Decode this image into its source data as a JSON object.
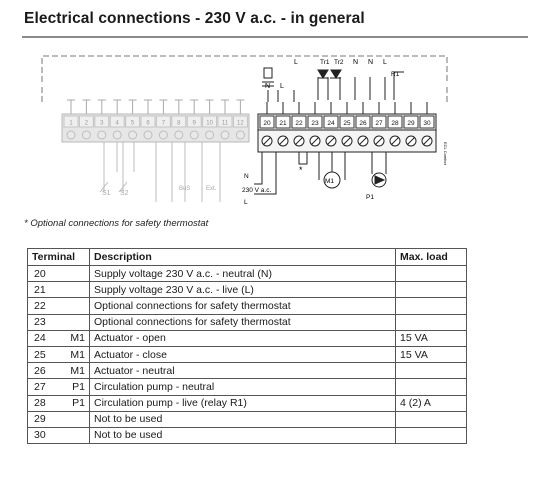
{
  "title": "Electrical connections - 230 V a.c. - in general",
  "footnote": "* Optional connections for safety thermostat",
  "diagram": {
    "left_terminals": [
      "1",
      "2",
      "3",
      "4",
      "5",
      "6",
      "7",
      "8",
      "9",
      "10",
      "11",
      "12"
    ],
    "right_terminals": [
      "20",
      "21",
      "22",
      "23",
      "24",
      "25",
      "26",
      "27",
      "28",
      "29",
      "30"
    ],
    "top_labels": {
      "n": "N",
      "l1": "L",
      "l2": "L",
      "tr1": "Tr1",
      "tr2": "Tr2",
      "n2": "N",
      "n3": "N",
      "l3": "L",
      "r1": "R1"
    },
    "s1": "S1",
    "s2": "S2",
    "bus": "BuS",
    "ext": "Ext.",
    "supply_n": "N",
    "supply_voltage": "230 V a.c.",
    "supply_l": "L",
    "asterisk": "*",
    "m1": "M1",
    "p1": "P1",
    "side_text": "ECL Comfort"
  },
  "table": {
    "headers": {
      "terminal": "Terminal",
      "description": "Description",
      "max_load": "Max. load"
    },
    "rows": [
      {
        "terminal": "20",
        "device": "",
        "description": "Supply voltage 230 V a.c. - neutral (N)",
        "max_load": ""
      },
      {
        "terminal": "21",
        "device": "",
        "description": "Supply voltage 230 V a.c. - live (L)",
        "max_load": ""
      },
      {
        "terminal": "22",
        "device": "",
        "description": "Optional connections for safety thermostat",
        "max_load": ""
      },
      {
        "terminal": "23",
        "device": "",
        "description": "Optional connections for safety thermostat",
        "max_load": ""
      },
      {
        "terminal": "24",
        "device": "M1",
        "description": "Actuator - open",
        "max_load": "15 VA"
      },
      {
        "terminal": "25",
        "device": "M1",
        "description": "Actuator - close",
        "max_load": "15 VA"
      },
      {
        "terminal": "26",
        "device": "M1",
        "description": "Actuator - neutral",
        "max_load": ""
      },
      {
        "terminal": "27",
        "device": "P1",
        "description": "Circulation pump - neutral",
        "max_load": ""
      },
      {
        "terminal": "28",
        "device": "P1",
        "description": "Circulation pump - live (relay R1)",
        "max_load": "4 (2) A"
      },
      {
        "terminal": "29",
        "device": "",
        "description": "Not to be used",
        "max_load": ""
      },
      {
        "terminal": "30",
        "device": "",
        "description": "Not to be used",
        "max_load": ""
      }
    ]
  }
}
